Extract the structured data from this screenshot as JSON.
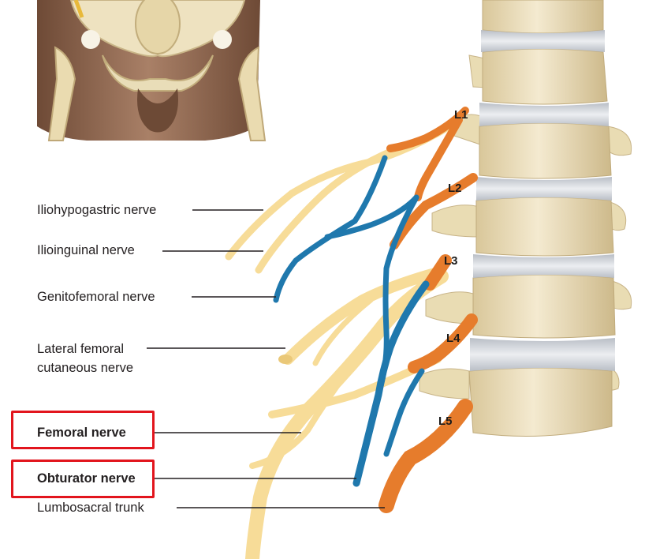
{
  "labels": {
    "iliohypogastric": "Iliohypogastric nerve",
    "ilioinguinal": "Ilioinguinal nerve",
    "genitofemoral": "Genitofemoral nerve",
    "lateral_femoral_line1": "Lateral femoral",
    "lateral_femoral_line2": "cutaneous nerve",
    "femoral": "Femoral nerve",
    "obturator": "Obturator nerve",
    "lumbosacral": "Lumbosacral trunk"
  },
  "spinal_levels": [
    "L1",
    "L2",
    "L3",
    "L4",
    "L5"
  ],
  "colors": {
    "highlight_box": "#e2151d",
    "nerve_pale": "#f7dc98",
    "nerve_orange": "#e67c2c",
    "nerve_blue": "#1f78ad",
    "bone": "#efe3bf",
    "disc": "#d6d9de",
    "skin": "#9a6e55"
  },
  "highlighted": [
    "Femoral nerve",
    "Obturator nerve"
  ]
}
